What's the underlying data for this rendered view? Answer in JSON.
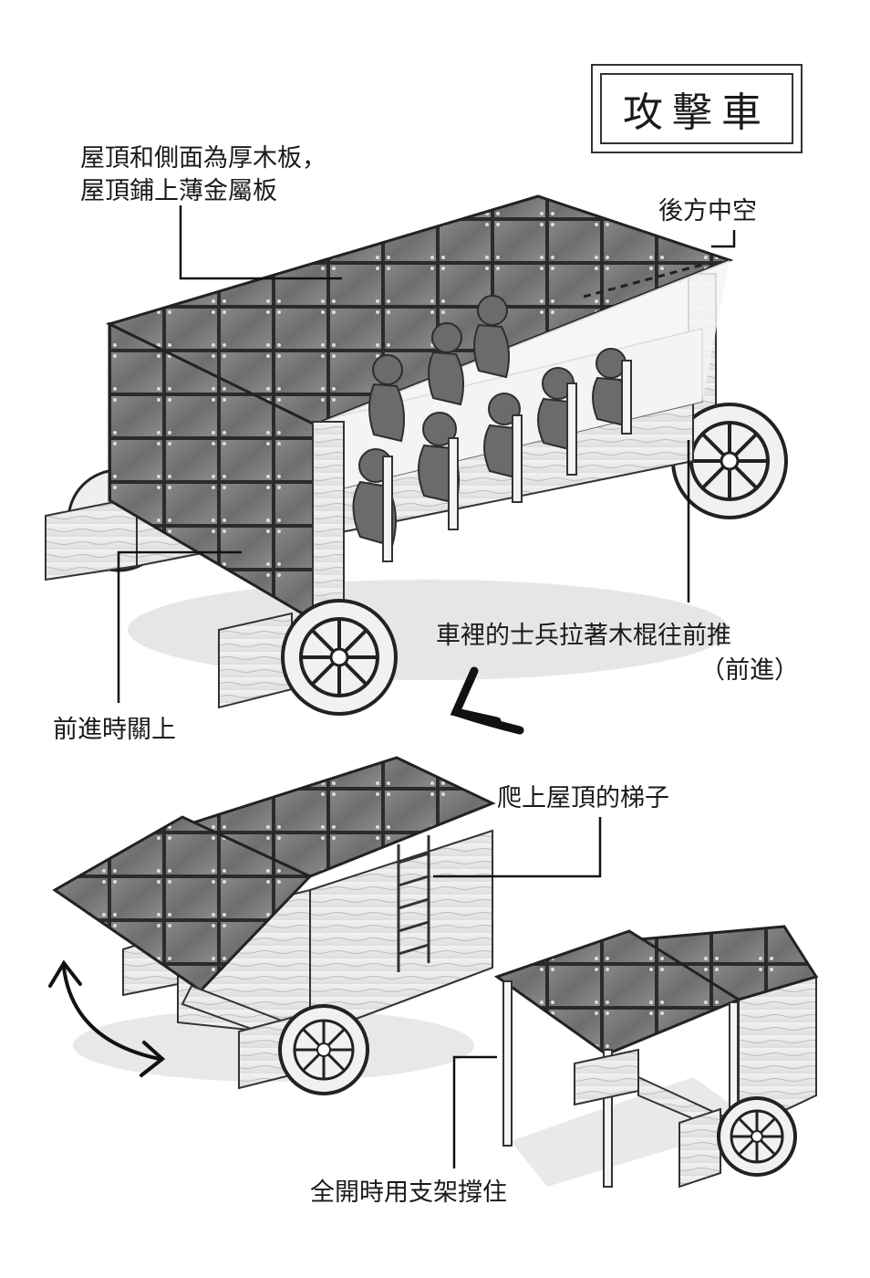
{
  "title": "攻擊車",
  "labels": {
    "roof_line1": "屋頂和側面為厚木板，",
    "roof_line2": "屋頂鋪上薄金屬板",
    "rear_hollow": "後方中空",
    "soldiers_line1": "車裡的士兵拉著木棍往前推",
    "soldiers_line2": "（前進）",
    "closed_when_moving": "前進時關上",
    "ladder": "爬上屋頂的梯子",
    "prop_open": "全開時用支架撐住"
  }
}
